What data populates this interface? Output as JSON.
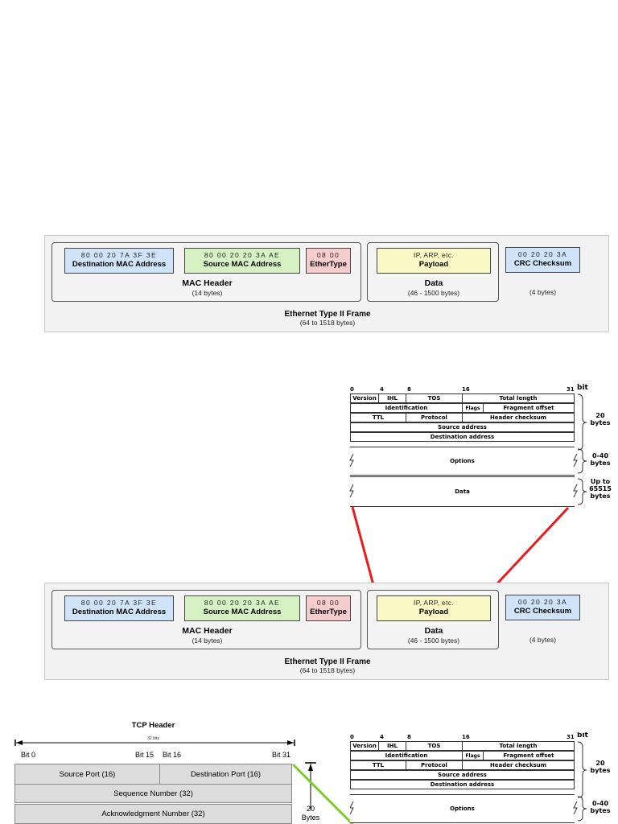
{
  "ethernet": {
    "dest_mac": {
      "hex": "80  00  20  7A  3F  3E",
      "label": "Destination MAC Address"
    },
    "src_mac": {
      "hex": "80  00  20  20  3A  AE",
      "label": "Source MAC Address"
    },
    "ethertype": {
      "hex": "08  00",
      "label": "EtherType"
    },
    "payload": {
      "hex": "IP, ARP, etc.",
      "label": "Payload"
    },
    "crc": {
      "hex": "00  20  20  3A",
      "label": "CRC Checksum"
    },
    "mac_header": {
      "title": "MAC Header",
      "size": "(14 bytes)"
    },
    "data": {
      "title": "Data",
      "size": "(46 - 1500 bytes)"
    },
    "crc_size": "(4 bytes)",
    "frame": {
      "title": "Ethernet Type II Frame",
      "size": "(64 to 1518 bytes)"
    }
  },
  "ipv4": {
    "bits": [
      "0",
      "4",
      "8",
      "16",
      "31",
      "bit"
    ],
    "row1": [
      "Version",
      "IHL",
      "TOS",
      "Total length"
    ],
    "row2": [
      "Identification",
      "Flags",
      "Fragment offset"
    ],
    "row3": [
      "TTL",
      "Protocol",
      "Header checksum"
    ],
    "row4": "Source address",
    "row5": "Destination address",
    "options": "Options",
    "data": "Data",
    "side_20": "20\nbytes",
    "side_040": "0-40\nbytes",
    "side_up": "Up to\n65515\nbytes"
  },
  "tcp": {
    "title": "TCP Header",
    "width_label": "32 bits",
    "bit0": "Bit 0",
    "bit15": "Bit 15",
    "bit16": "Bit 16",
    "bit31": "Bit 31",
    "source_port": "Source Port (16)",
    "dest_port": "Destination Port (16)",
    "seq": "Sequence Number (32)",
    "ack": "Acknowledgment Number (32)",
    "size_num": "20",
    "size_unit": "Bytes"
  },
  "colors": {
    "red_line": "#e81c1c",
    "green_line": "#7ccc2c"
  }
}
